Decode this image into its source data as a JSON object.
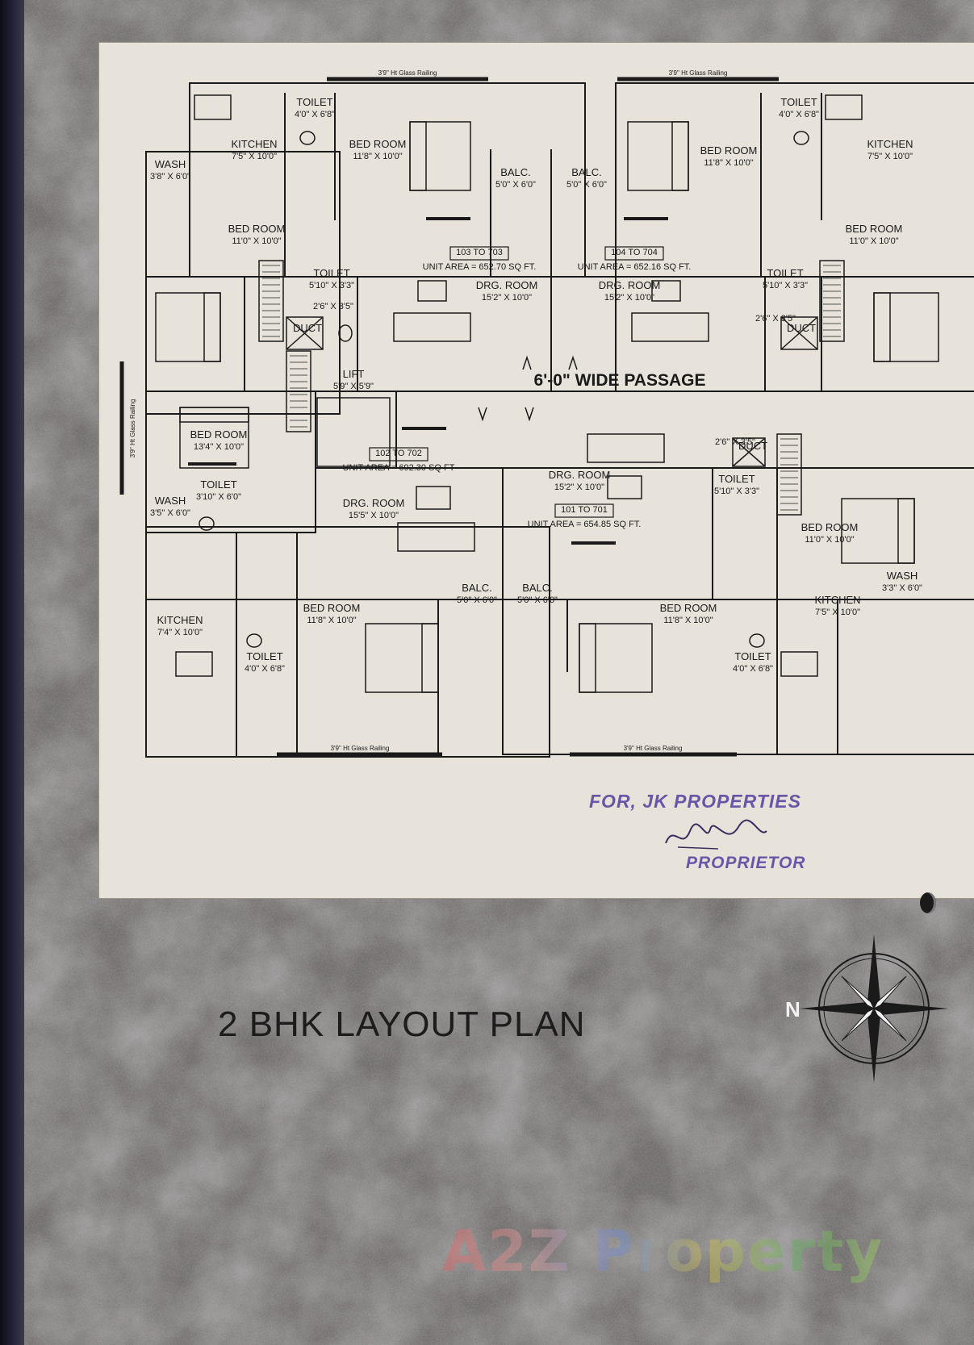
{
  "title": "2 BHK LAYOUT PLAN",
  "stamp": {
    "company": "FOR, JK PROPERTIES",
    "designation": "PROPRIETOR",
    "signature_text": "Kkpatel"
  },
  "watermark": "A2Z Property",
  "compass_label": "N",
  "passage_label": "6'-0\" WIDE PASSAGE",
  "railing_label": "3'9\" Ht Glass Railing",
  "units": [
    {
      "range": "103 TO 703",
      "area": "UNIT AREA = 652.70 SQ FT."
    },
    {
      "range": "104 TO 704",
      "area": "UNIT AREA = 652.16 SQ FT."
    },
    {
      "range": "102 TO 702",
      "area": "UNIT AREA = 692.30 SQ FT"
    },
    {
      "range": "101 TO 701",
      "area": "UNIT AREA = 654.85 SQ FT."
    }
  ],
  "rooms": [
    {
      "name": "TOILET",
      "size": "4'0\" X 6'8\""
    },
    {
      "name": "KITCHEN",
      "size": "7'5\" X 10'0\""
    },
    {
      "name": "BED ROOM",
      "size": "11'8\" X 10'0\""
    },
    {
      "name": "WASH",
      "size": "3'8\" X 6'0\""
    },
    {
      "name": "BALC.",
      "size": "5'0\" X 6'0\""
    },
    {
      "name": "BALC.",
      "size": "5'0\" X 6'0\""
    },
    {
      "name": "BED ROOM",
      "size": "11'8\" X 10'0\""
    },
    {
      "name": "TOILET",
      "size": "4'0\" X 6'8\""
    },
    {
      "name": "KITCHEN",
      "size": "7'5\" X 10'0\""
    },
    {
      "name": "BED ROOM",
      "size": "11'0\" X 10'0\""
    },
    {
      "name": "TOILET",
      "size": "5'10\" X 3'3\""
    },
    {
      "name": "DRG. ROOM",
      "size": "15'2\" X 10'0\""
    },
    {
      "name": "DRG. ROOM",
      "size": "15'2\" X 10'0\""
    },
    {
      "name": "TOILET",
      "size": "5'10\" X 3'3\""
    },
    {
      "name": "BED ROOM",
      "size": "11'0\" X 10'0\""
    },
    {
      "name": "",
      "size": "2'6\" X 3'5\""
    },
    {
      "name": "DUCT",
      "size": ""
    },
    {
      "name": "",
      "size": "2'6\" X 3'5\""
    },
    {
      "name": "DUCT",
      "size": ""
    },
    {
      "name": "LIFT",
      "size": "5'9\" X 5'9\""
    },
    {
      "name": "BED ROOM",
      "size": "13'4\" X 10'0\""
    },
    {
      "name": "WASH",
      "size": "3'5\" X 6'0\""
    },
    {
      "name": "TOILET",
      "size": "3'10\" X 6'0\""
    },
    {
      "name": "DRG. ROOM",
      "size": "15'5\" X 10'0\""
    },
    {
      "name": "DRG. ROOM",
      "size": "15'2\" X 10'0\""
    },
    {
      "name": "",
      "size": "2'6\" X 3'5\""
    },
    {
      "name": "DUCT",
      "size": ""
    },
    {
      "name": "TOILET",
      "size": "5'10\" X 3'3\""
    },
    {
      "name": "BED ROOM",
      "size": "11'0\" X 10'0\""
    },
    {
      "name": "BALC.",
      "size": "5'0\" X 6'0\""
    },
    {
      "name": "BALC.",
      "size": "5'0\" X 6'0\""
    },
    {
      "name": "WASH",
      "size": "3'3\" X 6'0\""
    },
    {
      "name": "KITCHEN",
      "size": "7'4\" X 10'0\""
    },
    {
      "name": "BED ROOM",
      "size": "11'8\" X 10'0\""
    },
    {
      "name": "TOILET",
      "size": "4'0\" X 6'8\""
    },
    {
      "name": "BED ROOM",
      "size": "11'8\" X 10'0\""
    },
    {
      "name": "KITCHEN",
      "size": "7'5\" X 10'0\""
    },
    {
      "name": "TOILET",
      "size": "4'0\" X 6'8\""
    }
  ],
  "colors": {
    "paper": "#e7e3db",
    "stone": "#5a5656",
    "ink": "#1a1a1a",
    "stamp": "#6a55a8"
  }
}
